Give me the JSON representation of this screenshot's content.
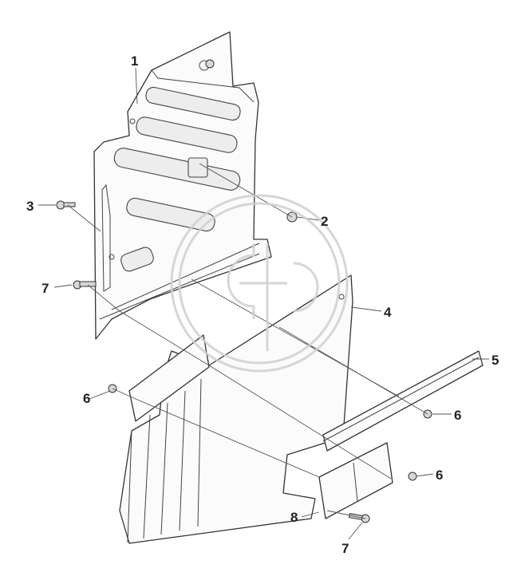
{
  "diagram": {
    "callouts": {
      "c1": "1",
      "c2": "2",
      "c3": "3",
      "c4": "4",
      "c5": "5",
      "c6a": "6",
      "c6b": "6",
      "c6c": "6",
      "c7a": "7",
      "c7b": "7",
      "c8": "8"
    },
    "watermark_icon": "logo-watermark-icon"
  }
}
